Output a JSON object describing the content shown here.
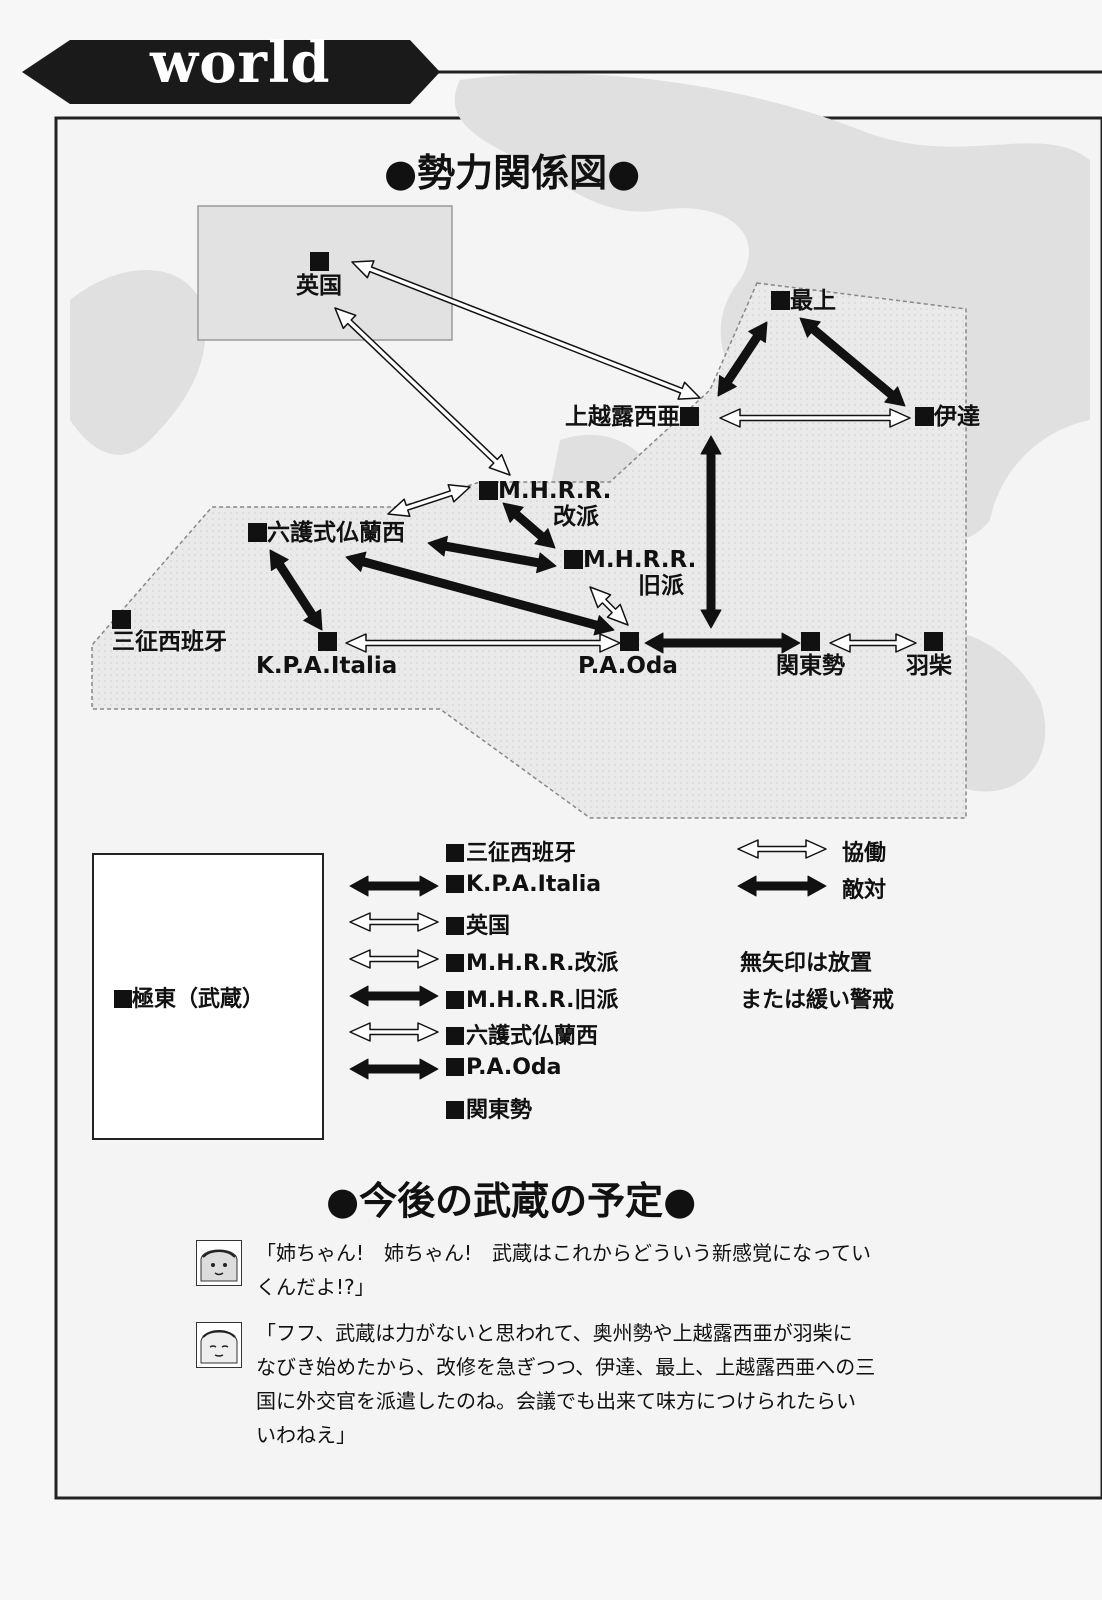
{
  "header": {
    "title": "world"
  },
  "diagram": {
    "title": "●勢力関係図●",
    "nodes": {
      "eikoku": "英国",
      "mogami": "最上",
      "uesugi": "上越露西亜",
      "date": "伊達",
      "mhrr_kai_1": "M.H.R.R.",
      "mhrr_kai_2": "改派",
      "rokugo": "六護式仏蘭西",
      "mhrr_kyu_1": "M.H.R.R.",
      "mhrr_kyu_2": "旧派",
      "sansei": "三征西班牙",
      "kpa": "K.P.A.Italia",
      "pa_oda": "P.A.Oda",
      "kanto": "関東勢",
      "hashiba": "羽柴"
    },
    "relations": [
      {
        "a": "eikoku",
        "b": "uesugi",
        "type": "cooperation"
      },
      {
        "a": "eikoku",
        "b": "mhrr_kai",
        "type": "cooperation"
      },
      {
        "a": "mogami",
        "b": "uesugi",
        "type": "hostile"
      },
      {
        "a": "mogami",
        "b": "date",
        "type": "hostile"
      },
      {
        "a": "uesugi",
        "b": "date",
        "type": "cooperation"
      },
      {
        "a": "uesugi",
        "b": "pa_oda",
        "type": "hostile"
      },
      {
        "a": "mhrr_kai",
        "b": "rokugo",
        "type": "cooperation"
      },
      {
        "a": "mhrr_kai",
        "b": "mhrr_kyu",
        "type": "hostile"
      },
      {
        "a": "rokugo",
        "b": "mhrr_kyu",
        "type": "hostile"
      },
      {
        "a": "rokugo",
        "b": "pa_oda",
        "type": "hostile"
      },
      {
        "a": "rokugo",
        "b": "kpa",
        "type": "hostile"
      },
      {
        "a": "kpa",
        "b": "pa_oda",
        "type": "cooperation"
      },
      {
        "a": "mhrr_kyu",
        "b": "pa_oda",
        "type": "cooperation"
      },
      {
        "a": "pa_oda",
        "b": "kanto",
        "type": "hostile"
      },
      {
        "a": "kanto",
        "b": "hashiba",
        "type": "cooperation"
      }
    ]
  },
  "legend": {
    "musashi": "極東（武蔵）",
    "rows": [
      {
        "label": "三征西班牙",
        "type": "none"
      },
      {
        "label": "K.P.A.Italia",
        "type": "hostile"
      },
      {
        "label": "英国",
        "type": "cooperation"
      },
      {
        "label": "M.H.R.R.改派",
        "type": "cooperation"
      },
      {
        "label": "M.H.R.R.旧派",
        "type": "hostile"
      },
      {
        "label": "六護式仏蘭西",
        "type": "cooperation"
      },
      {
        "label": "P.A.Oda",
        "type": "hostile"
      },
      {
        "label": "関東勢",
        "type": "none"
      }
    ],
    "key_cooperation": "協働",
    "key_hostile": "敵対",
    "note_line1": "無矢印は放置",
    "note_line2": "または緩い警戒"
  },
  "schedule": {
    "title": "●今後の武蔵の予定●",
    "dialogs": [
      {
        "lines": [
          "「姉ちゃん!　姉ちゃん!　武蔵はこれからどういう新感覚になってい",
          "くんだよ!?」"
        ]
      },
      {
        "lines": [
          "「フフ、武蔵は力がないと思われて、奥州勢や上越露西亜が羽柴に",
          "なびき始めたから、改修を急ぎつつ、伊達、最上、上越露西亜への三",
          "国に外交官を派遣したのね。会議でも出来て味方につけられたらい",
          "いわねえ」"
        ]
      }
    ]
  }
}
